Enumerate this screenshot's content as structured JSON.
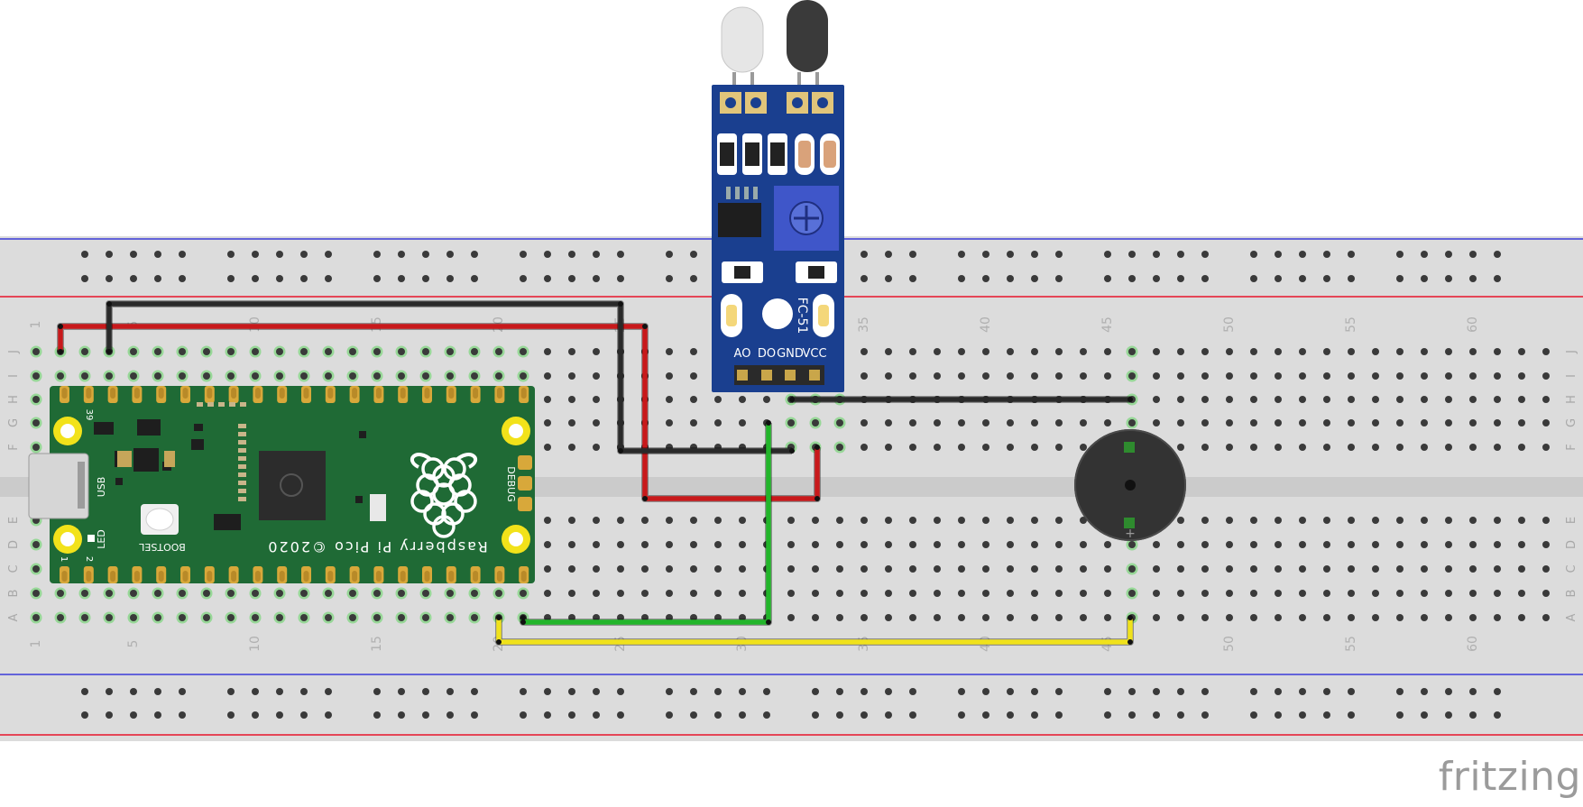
{
  "app": {
    "brand": "fritzing"
  },
  "breadboard": {
    "row_labels_top": [
      "J",
      "I",
      "H",
      "G",
      "F"
    ],
    "row_labels_bottom": [
      "E",
      "D",
      "C",
      "B",
      "A"
    ],
    "column_numbers": [
      "1",
      "5",
      "10",
      "15",
      "20",
      "25",
      "30",
      "35",
      "40",
      "45",
      "50",
      "55",
      "60"
    ],
    "colors": {
      "body": "#dcdcdc",
      "hole": "#3a3a3a",
      "rail_red": "#e8142b",
      "rail_blue": "#3b3bd8",
      "highlight": "#5fd35f"
    }
  },
  "pico": {
    "silkscreen": "Raspberry Pi Pico ©2020",
    "labels": {
      "usb": "USB",
      "led": "LED",
      "bootsel": "BOOTSEL",
      "debug": "DEBUG",
      "pin_39": "39",
      "pin_1": "1",
      "pin_2": "2"
    },
    "color": "#1f6a35"
  },
  "ir_sensor": {
    "model": "FC-51",
    "pins": [
      "AO",
      "DO",
      "GND",
      "VCC"
    ],
    "color": "#1a3f8f"
  },
  "buzzer": {
    "name": "piezo-buzzer",
    "color": "#333333"
  },
  "wires": [
    {
      "name": "vcc-wire",
      "color": "#c8191b"
    },
    {
      "name": "gnd-wire",
      "color": "#2a2a2a"
    },
    {
      "name": "signal-wire",
      "color": "#22b52a"
    },
    {
      "name": "buzzer-wire",
      "color": "#f0e21b"
    },
    {
      "name": "buzzer-gnd-wire",
      "color": "#2a2a2a"
    }
  ]
}
